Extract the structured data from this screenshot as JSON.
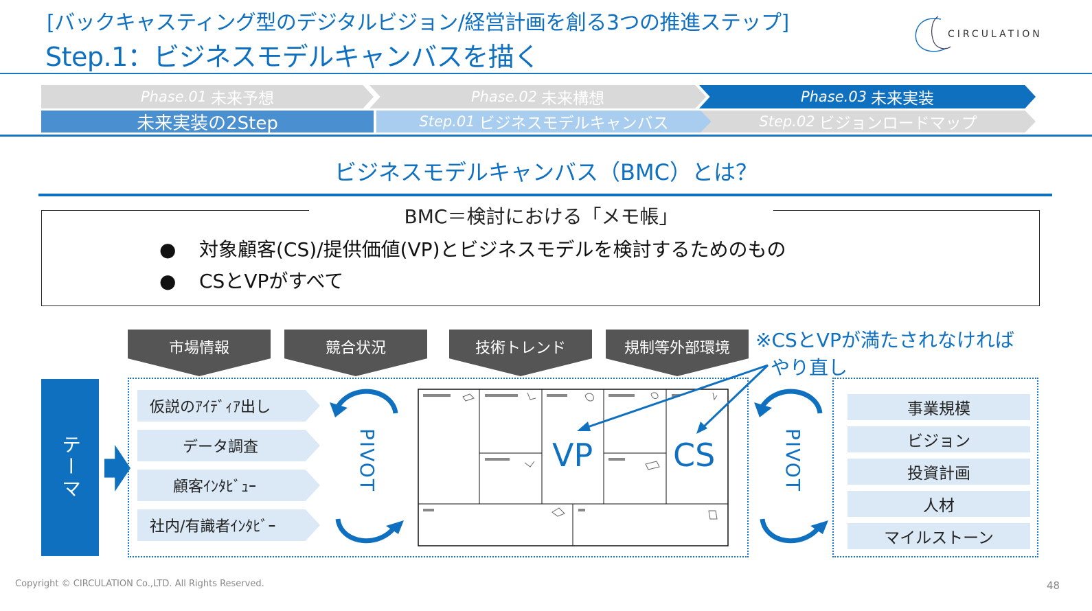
{
  "header": {
    "title_line1": "[バックキャスティング型のデジタルビジョン/経営計画を創る3つの推進ステップ]",
    "title_line2": "Step.1：ビジネスモデルキャンバスを描く",
    "logo_text": "CIRCULATION"
  },
  "phases": [
    {
      "prefix": "Phase.01",
      "label": "未来予想"
    },
    {
      "prefix": "Phase.02",
      "label": "未来構想"
    },
    {
      "prefix": "Phase.03",
      "label": "未来実装"
    }
  ],
  "steps": [
    {
      "prefix": "",
      "label": "未来実装の2Step"
    },
    {
      "prefix": "Step.01",
      "label": "ビジネスモデルキャンバス"
    },
    {
      "prefix": "Step.02",
      "label": "ビジョンロードマップ"
    }
  ],
  "bmc_heading": "ビジネスモデルキャンバス（BMC）とは？",
  "memo": {
    "title": "BMC＝検討における「メモ帳」",
    "bullets": [
      "対象顧客(CS)/提供価値(VP)とビジネスモデルを検討するためのもの",
      "CSとVPがすべて"
    ],
    "bullet_symbol": "●"
  },
  "environment": [
    "市場情報",
    "競合状況",
    "技術トレンド",
    "規制等外部環境"
  ],
  "redo_note": {
    "line1": "※CSとVPが満たされなければ",
    "line2": "やり直し"
  },
  "theme_label": "テーマ",
  "inputs": [
    "仮説のｱｲﾃﾞｨｱ出し",
    "データ調査",
    "顧客ｲﾝﾀﾋﾞｭｰ",
    "社内/有識者ｲﾝﾀﾋﾞｰ"
  ],
  "pivot_label": "PIVOT",
  "canvas": {
    "vp": "VP",
    "cs": "CS"
  },
  "outputs": [
    "事業規模",
    "ビジョン",
    "投資計画",
    "人材",
    "マイルストーン"
  ],
  "footer": {
    "copyright": "Copyright © CIRCULATION Co.,LTD. All Rights Reserved.",
    "page": "48"
  },
  "colors": {
    "primary": "#1070c0",
    "light": "#dbe9f6",
    "gray_band": "#d9d9d9",
    "dark_chevron": "#555555"
  }
}
